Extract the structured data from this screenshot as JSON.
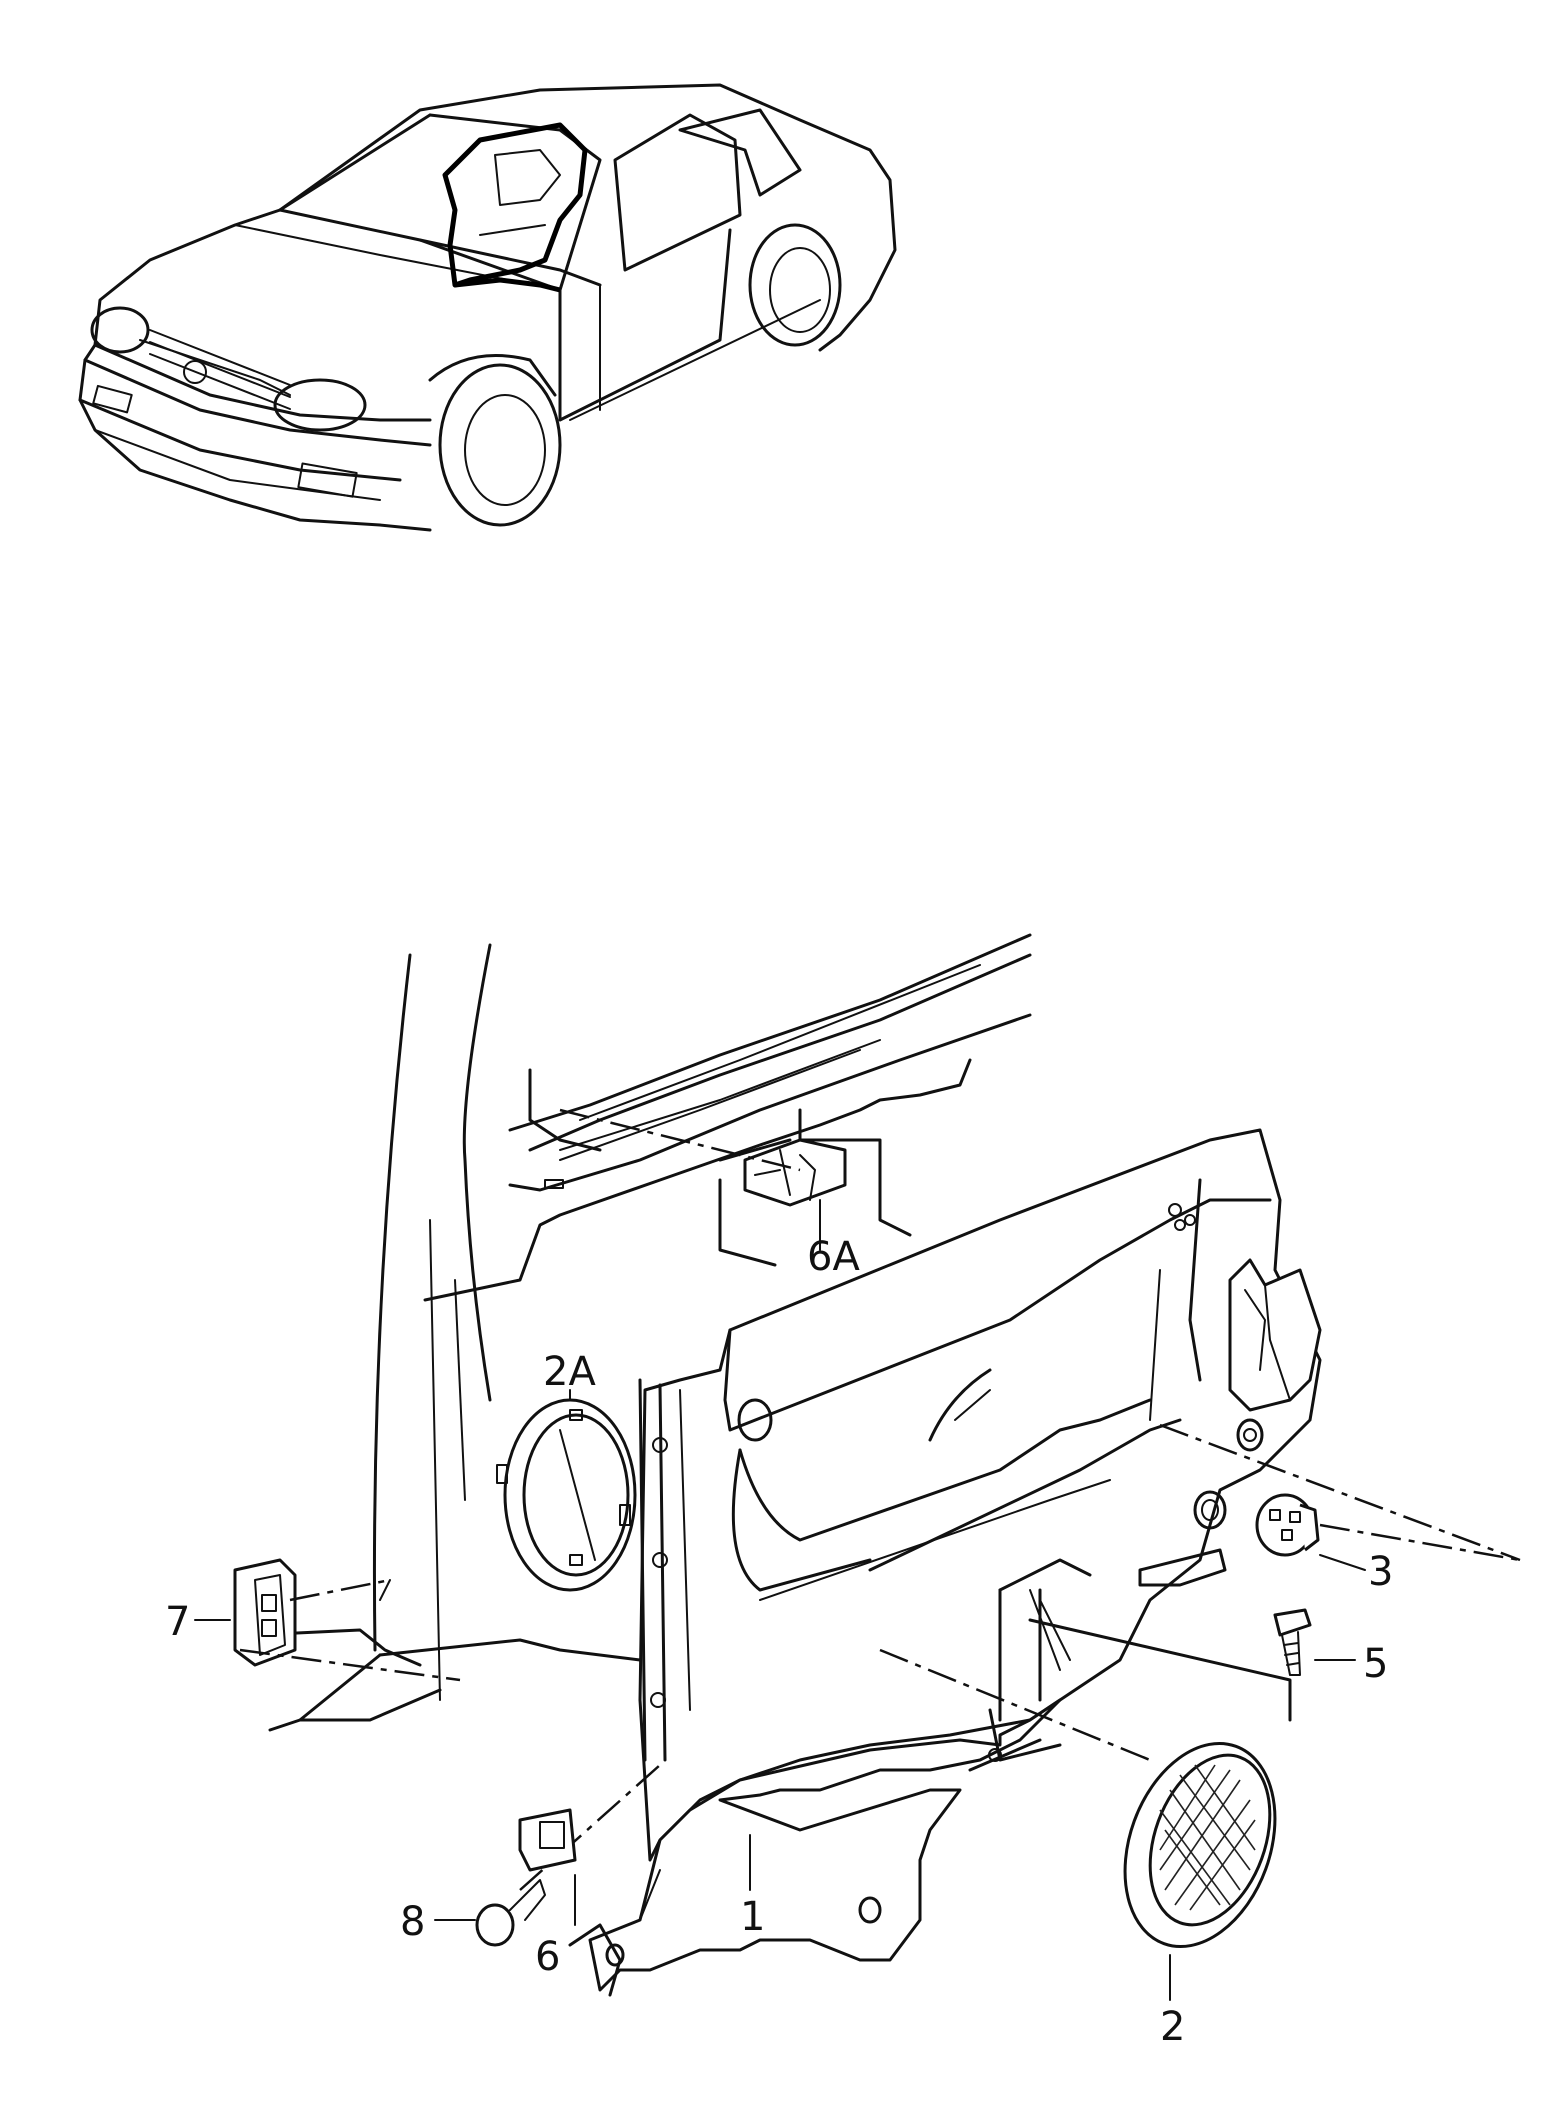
{
  "callouts": [
    {
      "id": "1",
      "label": "1"
    },
    {
      "id": "2",
      "label": "2"
    },
    {
      "id": "2A",
      "label": "2A"
    },
    {
      "id": "3",
      "label": "3"
    },
    {
      "id": "5",
      "label": "5"
    },
    {
      "id": "6",
      "label": "6"
    },
    {
      "id": "6A",
      "label": "6A"
    },
    {
      "id": "7",
      "label": "7"
    },
    {
      "id": "8",
      "label": "8"
    }
  ]
}
